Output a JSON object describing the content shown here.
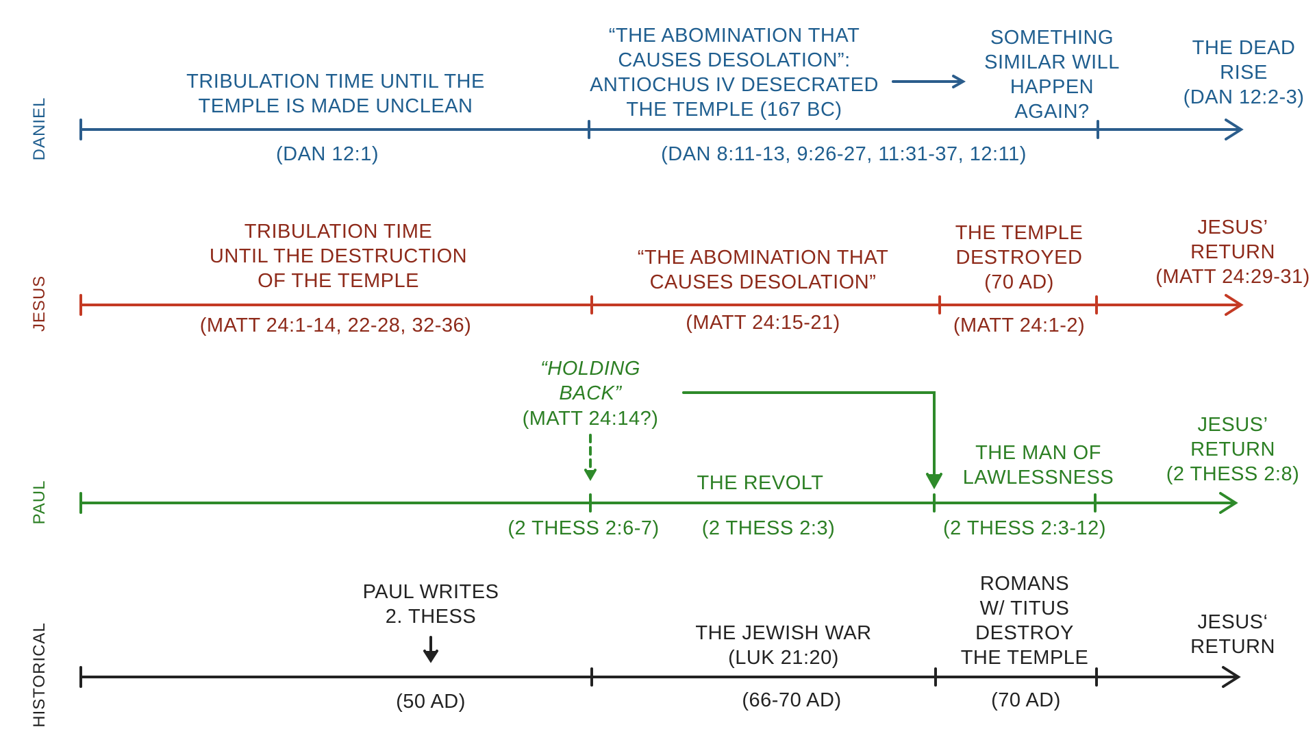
{
  "colors": {
    "daniel_text": "#1f5e8f",
    "daniel_line": "#2b5d8c",
    "jesus_text": "#8e2a1a",
    "jesus_line": "#c43a24",
    "paul_text": "#2c7f24",
    "paul_line": "#2e8a2a",
    "historical": "#222222",
    "background": "#ffffff"
  },
  "rows": {
    "daniel": {
      "title": "DANIEL",
      "segment1": [
        "TRIBULATION TIME UNTIL THE",
        "TEMPLE IS MADE UNCLEAN"
      ],
      "segment1_ref": "(DAN 12:1)",
      "segment2": [
        "“THE ABOMINATION THAT",
        "CAUSES DESOLATION”:",
        "ANTIOCHUS IV DESECRATED",
        "THE TEMPLE (167 BC)"
      ],
      "segment2_ref": "(DAN 8:11-13, 9:26-27, 11:31-37, 12:11)",
      "segment3": [
        "SOMETHING",
        "SIMILAR WILL",
        "HAPPEN",
        "AGAIN?"
      ],
      "end": [
        "THE DEAD",
        "RISE",
        "(DAN 12:2-3)"
      ]
    },
    "jesus": {
      "title": "JESUS",
      "segment1": [
        "TRIBULATION TIME",
        "UNTIL THE DESTRUCTION",
        "OF THE TEMPLE"
      ],
      "segment1_ref": "(MATT 24:1-14, 22-28, 32-36)",
      "segment2": [
        "“THE ABOMINATION THAT",
        "CAUSES DESOLATION”"
      ],
      "segment2_ref": "(MATT 24:15-21)",
      "segment3": [
        "THE TEMPLE",
        "DESTROYED",
        "(70 AD)"
      ],
      "segment3_ref": "(MATT 24:1-2)",
      "end": [
        "JESUS’",
        "RETURN",
        "(MATT 24:29-31)"
      ]
    },
    "paul": {
      "title": "PAUL",
      "holding": [
        "“HOLDING",
        "BACK”"
      ],
      "holding_ref": "(MATT 24:14?)",
      "holding_ref2": "(2 THESS 2:6-7)",
      "revolt": "THE REVOLT",
      "revolt_ref": "(2 THESS 2:3)",
      "man": [
        "THE MAN OF",
        "LAWLESSNESS"
      ],
      "man_ref": "(2 THESS 2:3-12)",
      "end": [
        "JESUS’",
        "RETURN",
        "(2 THESS 2:8)"
      ]
    },
    "historical": {
      "title": "HISTORICAL",
      "paul_writes": [
        "PAUL WRITES",
        "2. THESS"
      ],
      "paul_writes_ref": "(50 AD)",
      "war": [
        "THE JEWISH WAR",
        "(LUK 21:20)"
      ],
      "war_ref": "(66-70 AD)",
      "romans": [
        "ROMANS",
        "W/ TITUS",
        "DESTROY",
        "THE TEMPLE"
      ],
      "romans_ref": "(70 AD)",
      "end": [
        "JESUS‘",
        "RETURN"
      ]
    }
  }
}
